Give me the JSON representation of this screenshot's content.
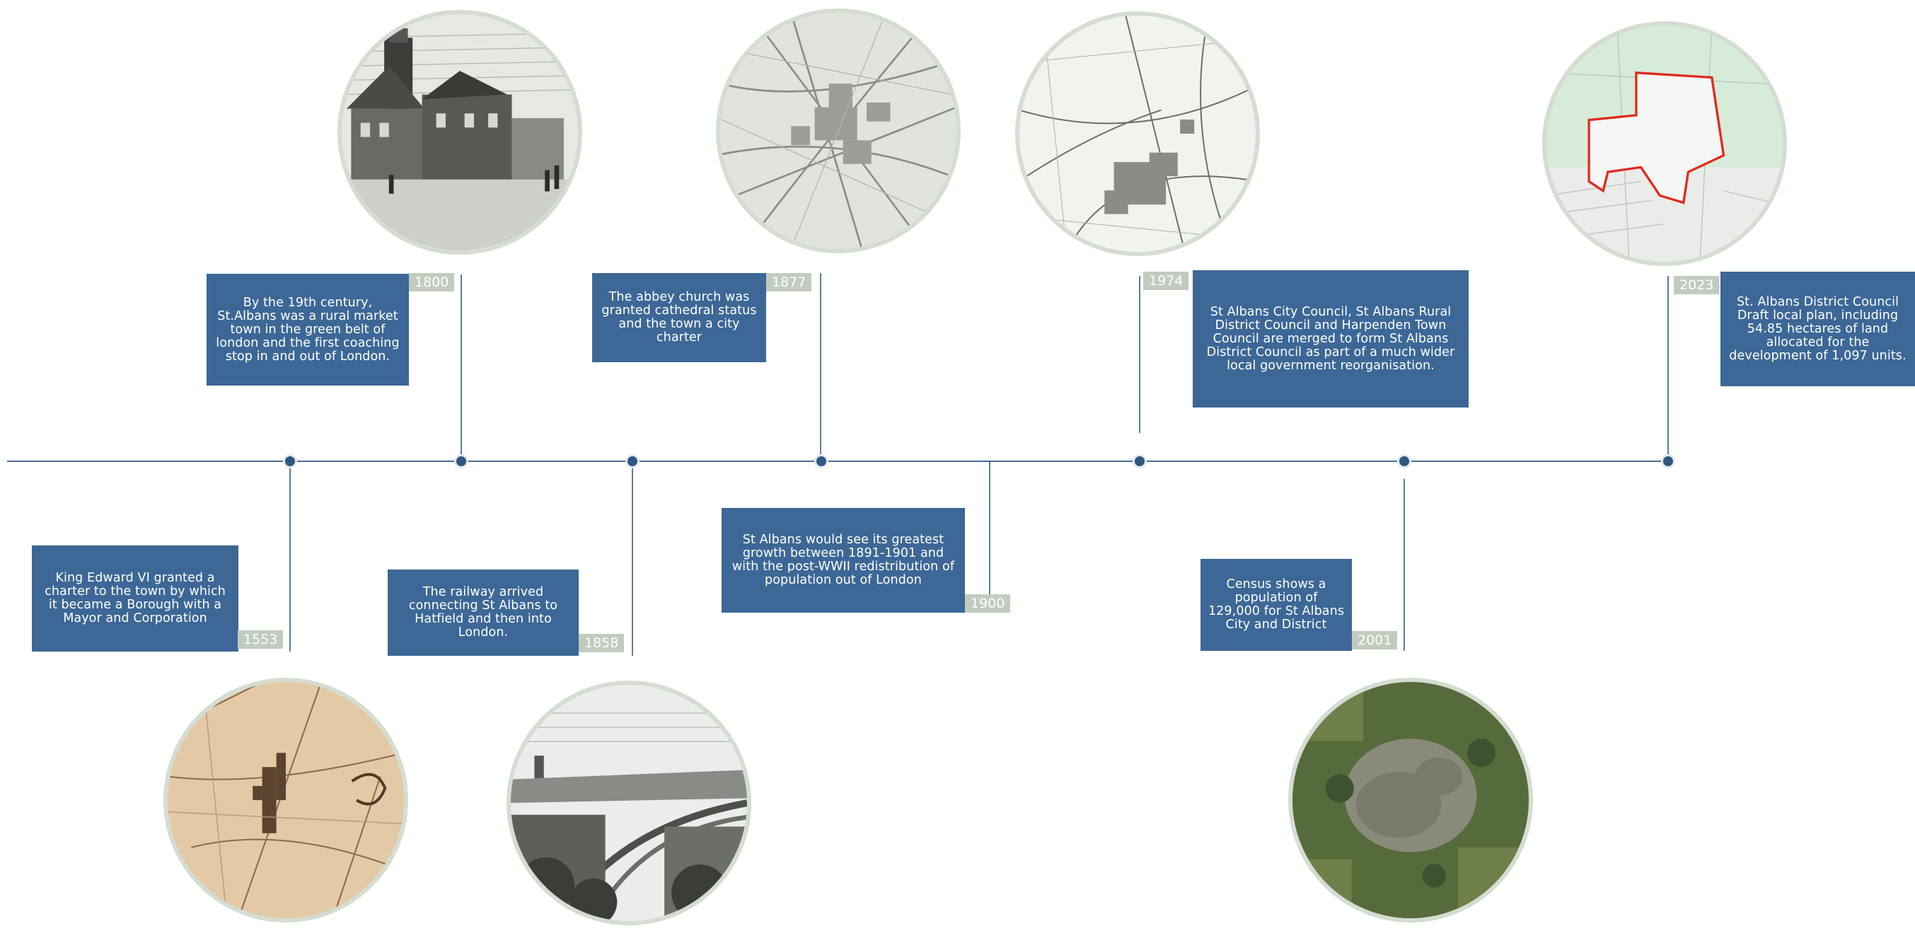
{
  "timeline": {
    "events": [
      {
        "year": "1553",
        "text": "King Edward VI granted a charter to the town by which it became a Borough with a Mayor and Corporation",
        "image": "historic-map-image"
      },
      {
        "year": "1800",
        "text": "By the 19th century, St.Albans was a rural market town in the green belt of london and the first coaching stop in and out of London.",
        "image": "street-engraving-image"
      },
      {
        "year": "1858",
        "text": "The railway arrived connecting  St Albans to Hatfield and then into London.",
        "image": "railway-engraving-image"
      },
      {
        "year": "1877",
        "text": "The abbey church was granted cathedral status and the town a city charter",
        "image": "town-map-image"
      },
      {
        "year": "1900",
        "text": "St Albans would see its greatest growth between 1891-1901 and with the post-WWII redistribution of population out of London"
      },
      {
        "year": "1974",
        "text": "St Albans City Council, St Albans Rural District Council and Harpenden Town Council are merged to form St Albans District Council as part of a much wider local government reorganisation.",
        "image": "district-map-image"
      },
      {
        "year": "2001",
        "text": "Census shows a population of 129,000 for St Albans City and District",
        "image": "aerial-photo-image"
      },
      {
        "year": "2023",
        "text": "St. Albans District Council Draft local plan, including 54.85 hectares of land allocated for the development of 1,097 units.",
        "image": "local-plan-map-image"
      }
    ]
  },
  "colors": {
    "box": "#3d6796",
    "axis": "#4a6d95",
    "year_tag": "#c2cbbf",
    "circle_border": "#d5ddd2",
    "plan_boundary": "#e02a1f"
  }
}
